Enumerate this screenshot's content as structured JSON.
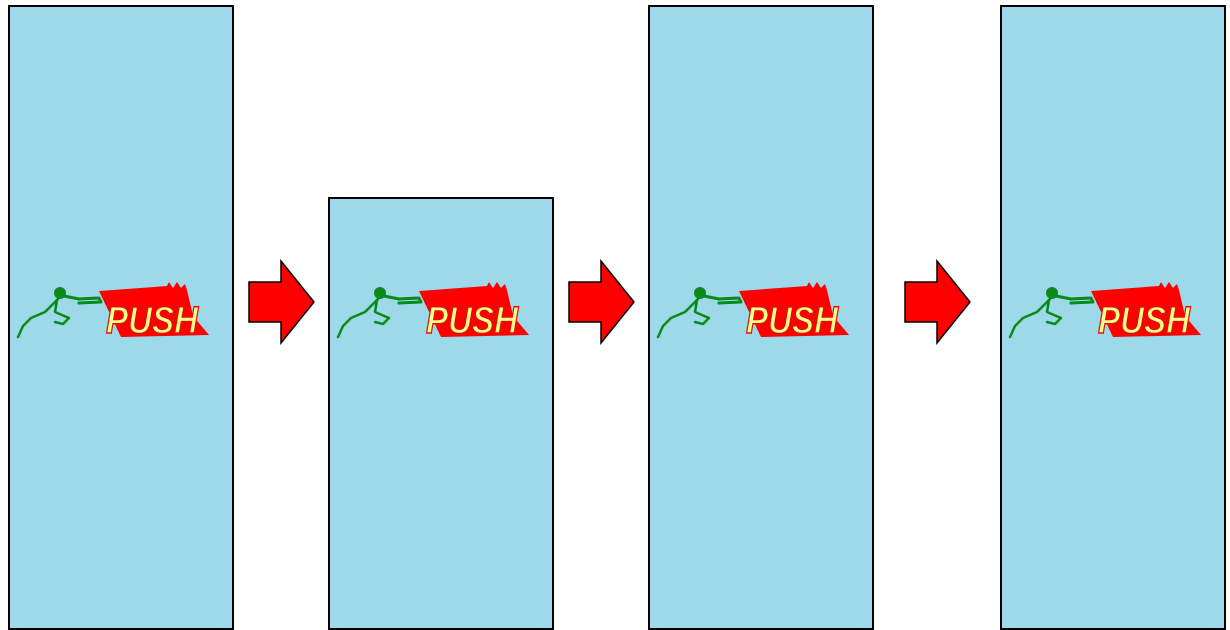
{
  "colors": {
    "panel_fill": "#9ed9e9",
    "panel_stroke": "#000000",
    "arrow_fill": "#ff0000",
    "arrow_stroke": "#000000",
    "figure": "#0a8a1a",
    "sign_red": "#ff0000",
    "sign_yellow": "#ffff88",
    "sign_text_red": "#e01010"
  },
  "panels": [
    {
      "label": "PUSH",
      "icon": "push-figure-icon"
    },
    {
      "label": "PUSH",
      "icon": "push-figure-icon"
    },
    {
      "label": "PUSH",
      "icon": "push-figure-icon"
    },
    {
      "label": "PUSH",
      "icon": "push-figure-icon"
    }
  ],
  "arrows": [
    {
      "icon": "arrow-right-icon"
    },
    {
      "icon": "arrow-right-icon"
    },
    {
      "icon": "arrow-right-icon"
    }
  ]
}
